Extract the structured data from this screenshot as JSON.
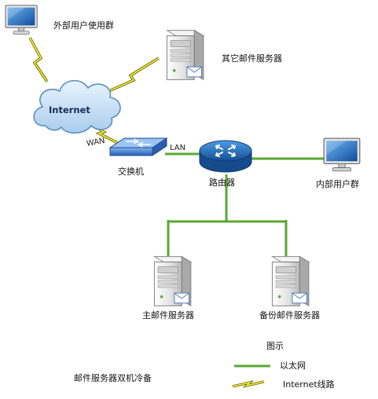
{
  "nodes": {
    "external_users": "外部用户使用群",
    "other_mail_servers": "其它邮件服务器",
    "internet": "Internet",
    "switch": "交换机",
    "router": "路由器",
    "internal_users": "内部用户群",
    "main_mail_server": "主邮件服务器",
    "backup_mail_server": "备份邮件服务器"
  },
  "ports": {
    "wan": "WAN",
    "lan": "LAN"
  },
  "caption": "邮件服务器双机冷备",
  "legend": {
    "title": "图示",
    "ethernet": "以太网",
    "internet_line": "Internet线路"
  },
  "colors": {
    "ethernet_line": "#5aa832",
    "internet_bolt": "#f0e61e",
    "internet_bolt_outline": "#4a4a10",
    "cloud_fill": "#cfe6f7",
    "cloud_stroke": "#5a8fbf",
    "router_fill": "#1f6fbf",
    "switch_fill": "#3f7fd0",
    "monitor_screen": "#1e74c8",
    "server_body": "#e7e7e7"
  }
}
